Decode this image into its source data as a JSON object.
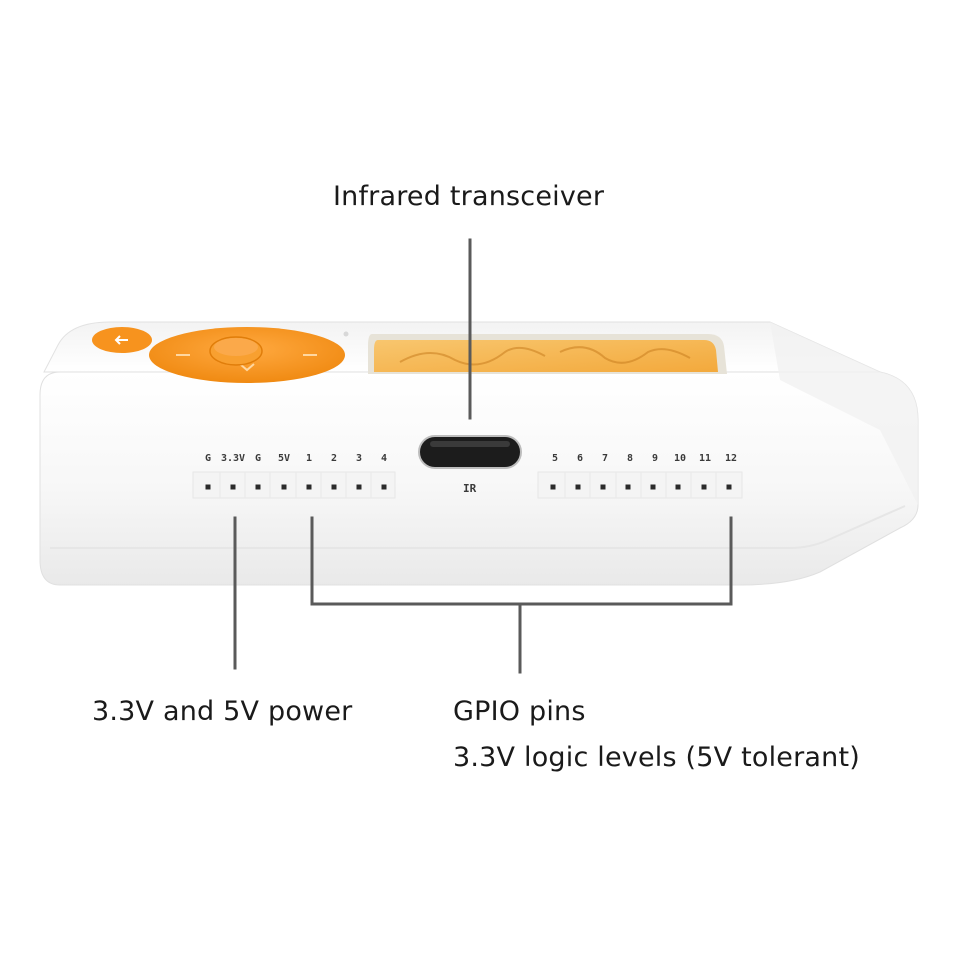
{
  "callouts": {
    "infrared": "Infrared transceiver",
    "power": "3.3V and 5V power",
    "gpio_title": "GPIO pins",
    "gpio_subtitle": "3.3V logic levels (5V tolerant)"
  },
  "device": {
    "ir_label": "IR",
    "left_header_pins": [
      "G",
      "3.3V",
      "G",
      "5V",
      "1",
      "2",
      "3",
      "4"
    ],
    "right_header_pins": [
      "5",
      "6",
      "7",
      "8",
      "9",
      "10",
      "11",
      "12"
    ]
  },
  "colors": {
    "accent": "#f7931e",
    "screen": "#f5b553",
    "body": "#ffffff",
    "leader": "#5a5a5a"
  }
}
